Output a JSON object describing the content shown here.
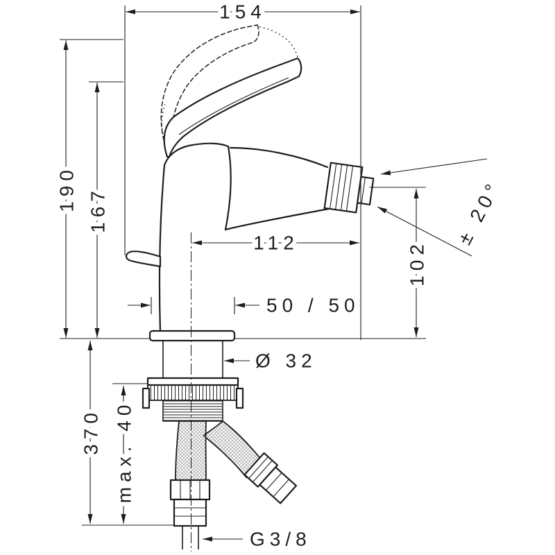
{
  "drawing": {
    "product": "Bidet mixer technical drawing",
    "background": "#ffffff",
    "line_color": "#1d1d1b"
  },
  "dimensions": {
    "overall_width": "154",
    "overall_height": "190",
    "height_to_spout": "167",
    "spout_reach": "112",
    "spout_height": "102",
    "spray_angle": "± 20°",
    "base_split": "50 / 50",
    "hole_diameter": "Ø 32",
    "max_deck_thickness": "max. 40",
    "below_deck_length": "370",
    "connection_thread": "G3/8"
  }
}
